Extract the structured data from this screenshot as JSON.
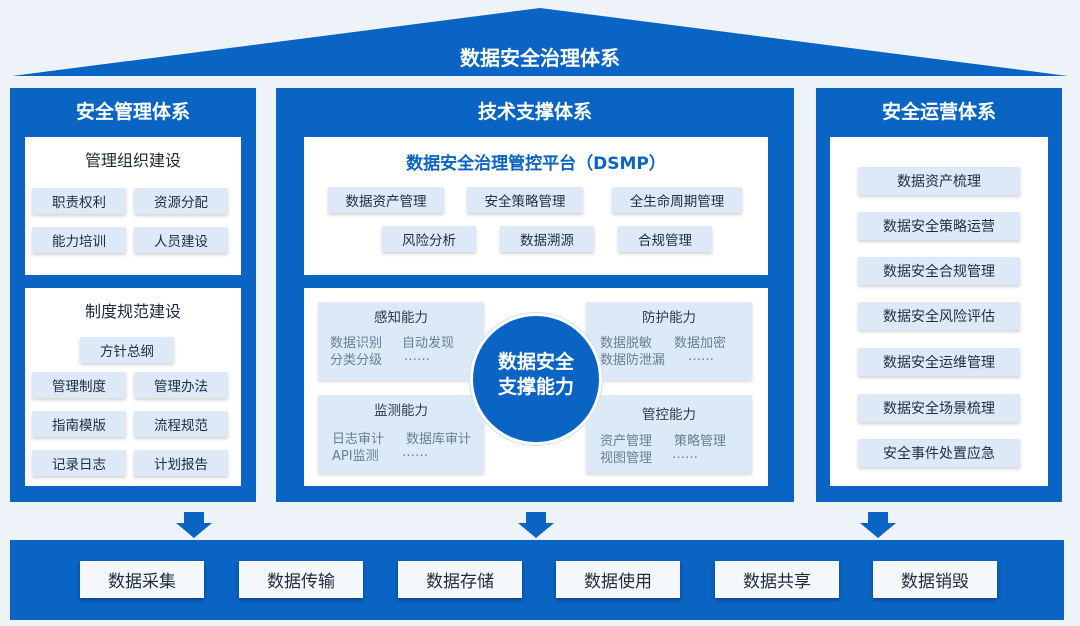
{
  "roof": {
    "title": "数据安全治理体系"
  },
  "left": {
    "title": "安全管理体系",
    "org": {
      "title": "管理组织建设",
      "items": [
        "职责权利",
        "资源分配",
        "能力培训",
        "人员建设"
      ]
    },
    "policy": {
      "title": "制度规范建设",
      "items": [
        "方针总纲",
        "管理制度",
        "管理办法",
        "指南模版",
        "流程规范",
        "记录日志",
        "计划报告"
      ]
    }
  },
  "center": {
    "title": "技术支撑体系",
    "platform": {
      "title": "数据安全治理管控平台（DSMP）",
      "items": [
        "数据资产管理",
        "安全策略管理",
        "全生命周期管理",
        "风险分析",
        "数据溯源",
        "合规管理"
      ]
    },
    "core": {
      "line1": "数据安全",
      "line2": "支撑能力"
    },
    "caps": [
      {
        "title": "感知能力",
        "items": [
          "数据识别",
          "自动发现",
          "分类分级",
          "……"
        ]
      },
      {
        "title": "防护能力",
        "items": [
          "数据脱敏",
          "数据加密",
          "数据防泄漏",
          "……"
        ]
      },
      {
        "title": "监测能力",
        "items": [
          "日志审计",
          "数据库审计",
          "API监测",
          "……"
        ]
      },
      {
        "title": "管控能力",
        "items": [
          "资产管理",
          "策略管理",
          "视图管理",
          "……"
        ]
      }
    ]
  },
  "right": {
    "title": "安全运营体系",
    "items": [
      "数据资产梳理",
      "数据安全策略运营",
      "数据安全合规管理",
      "数据安全风险评估",
      "数据安全运维管理",
      "数据安全场景梳理",
      "安全事件处置应急"
    ]
  },
  "lifecycle": {
    "items": [
      "数据采集",
      "数据传输",
      "数据存储",
      "数据使用",
      "数据共享",
      "数据销毁"
    ]
  },
  "colors": {
    "primary": "#0a64c4",
    "pill": "#dde9f6",
    "background": "#eef3f9"
  }
}
